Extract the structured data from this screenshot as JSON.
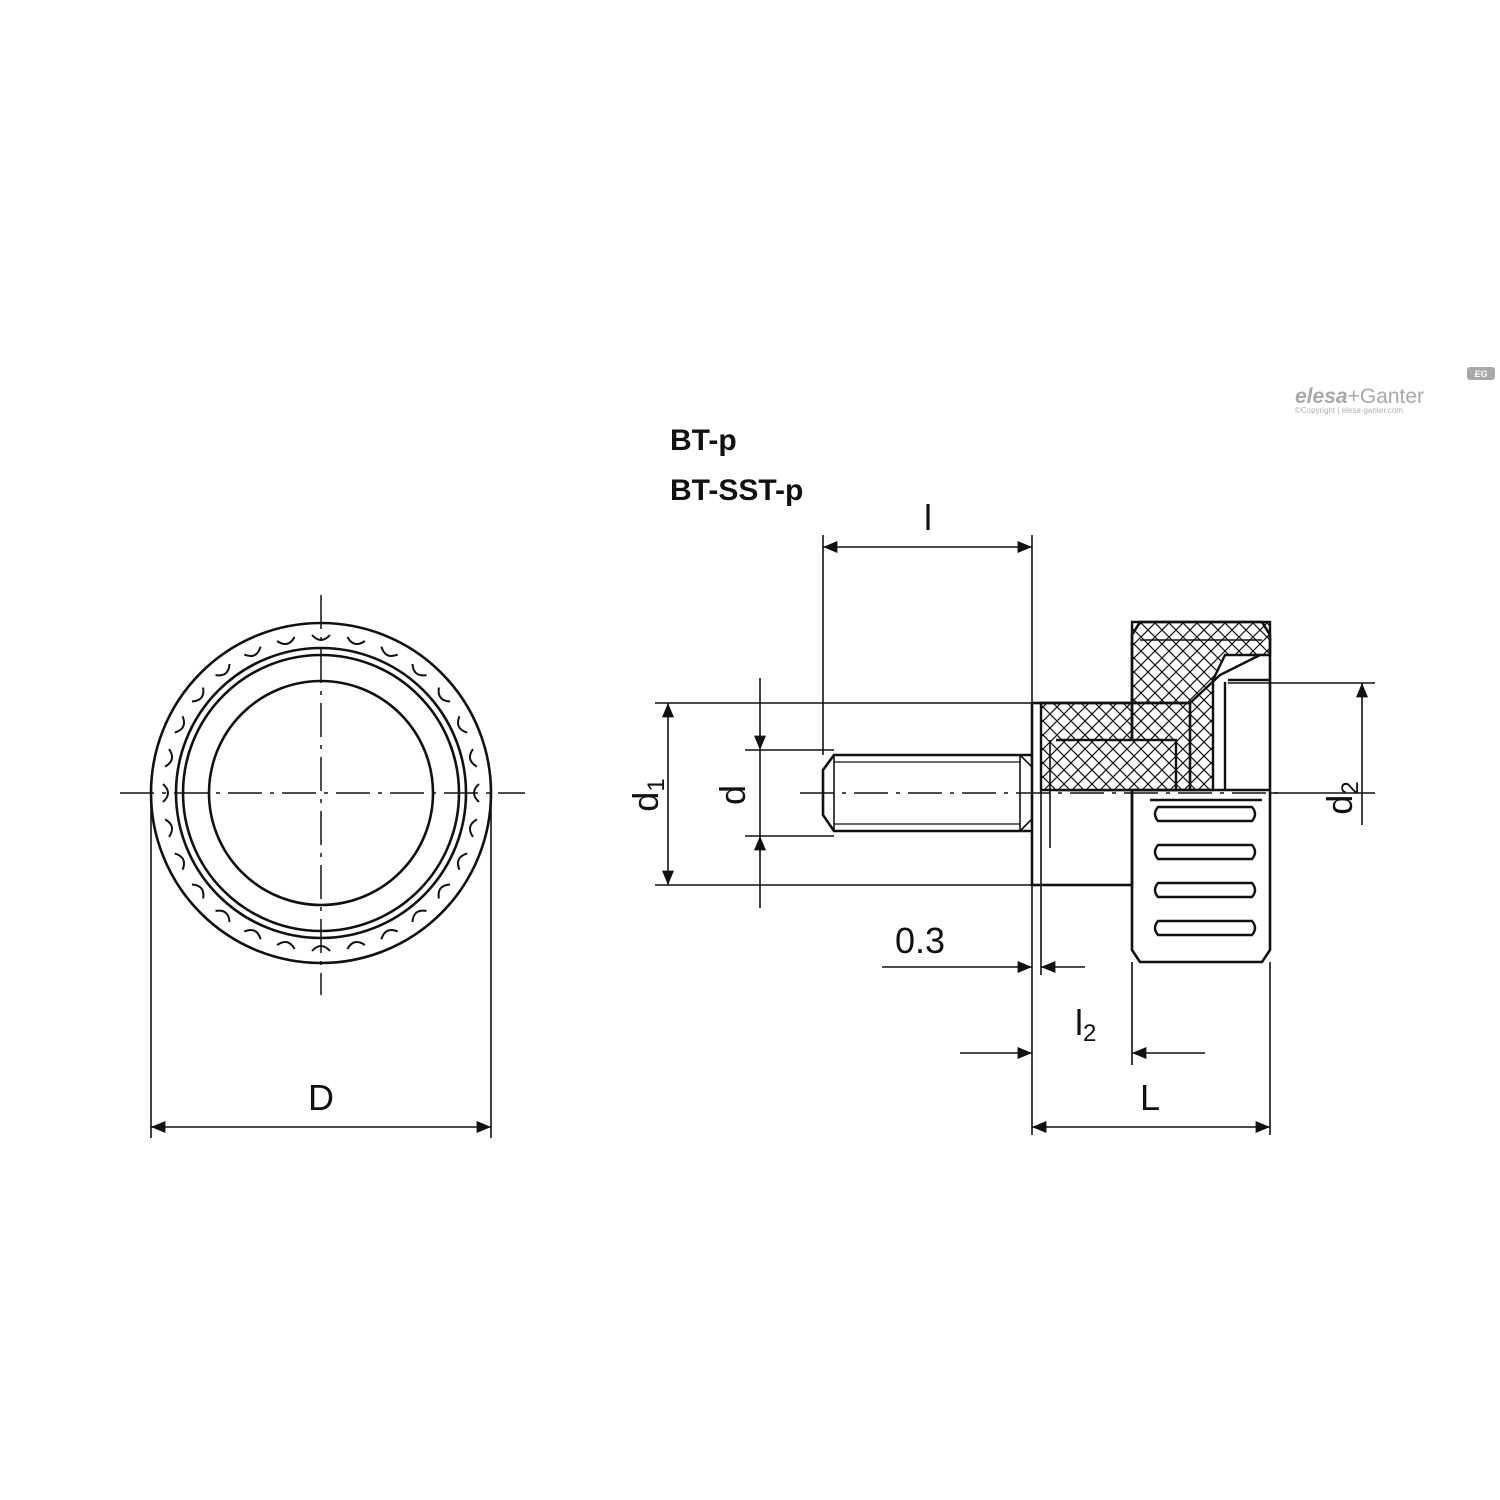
{
  "titles": {
    "line1": "BT-p",
    "line2": "BT-SST-p"
  },
  "dimensions": {
    "D": "D",
    "L": "L",
    "l": "l",
    "l2_base": "l",
    "l2_sub": "2",
    "d": "d",
    "d1_base": "d",
    "d1_sub": "1",
    "d2_base": "d",
    "d2_sub": "2",
    "gap": "0.3"
  },
  "logo": {
    "brand1": "elesa",
    "plus": "+",
    "brand2": "Ganter",
    "badge": "EG",
    "copyright": "©Copyright | elesa-ganter.com"
  },
  "colors": {
    "line": "#111111",
    "logo": "#a8a8a8"
  }
}
